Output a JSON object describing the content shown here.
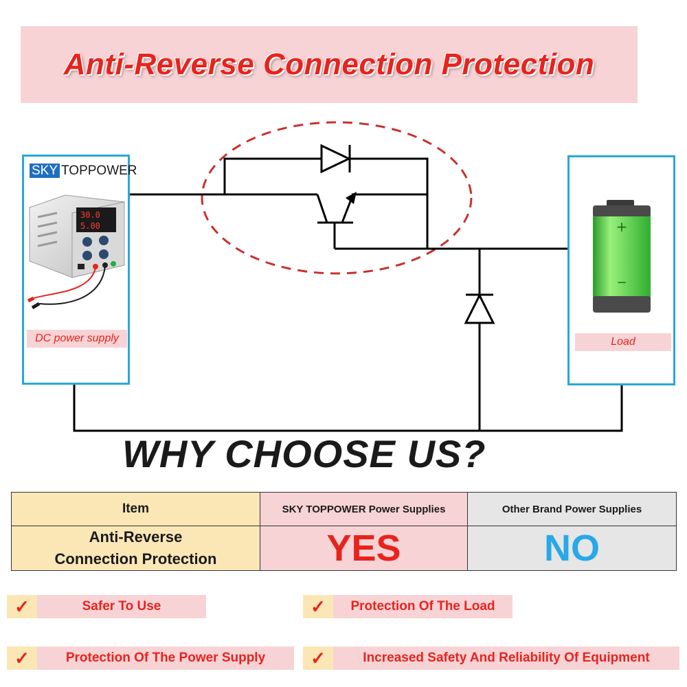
{
  "title": "Anti-Reverse Connection Protection",
  "supply_panel": {
    "brand_sky": "SKY",
    "brand_rest": "TOPPOWER",
    "caption": "DC power supply",
    "display_voltage": "30.0",
    "display_current": "5.00"
  },
  "load_panel": {
    "caption": "Load",
    "battery_plus": "+",
    "battery_minus": "−"
  },
  "why_heading": "WHY CHOOSE US?",
  "comparison": {
    "headers": [
      "Item",
      "SKY TOPPOWER Power Supplies",
      "Other Brand Power Supplies"
    ],
    "row": {
      "item_line1": "Anti-Reverse",
      "item_line2": "Connection Protection",
      "sky": "YES",
      "other": "NO"
    }
  },
  "features": [
    "Safer To Use",
    "Protection Of The Load",
    "Protection Of The Power Supply",
    "Increased Safety And Reliability Of Equipment"
  ],
  "check_mark": "✓",
  "colors": {
    "accent_red": "#e8231c",
    "panel_blue": "#29a8d8",
    "pink_bg": "#f7d3d6",
    "yellow_bg": "#fbe7b6",
    "gray_bg": "#e6e6e6",
    "no_blue": "#29a8e8",
    "battery_green": "#3cc43c"
  }
}
